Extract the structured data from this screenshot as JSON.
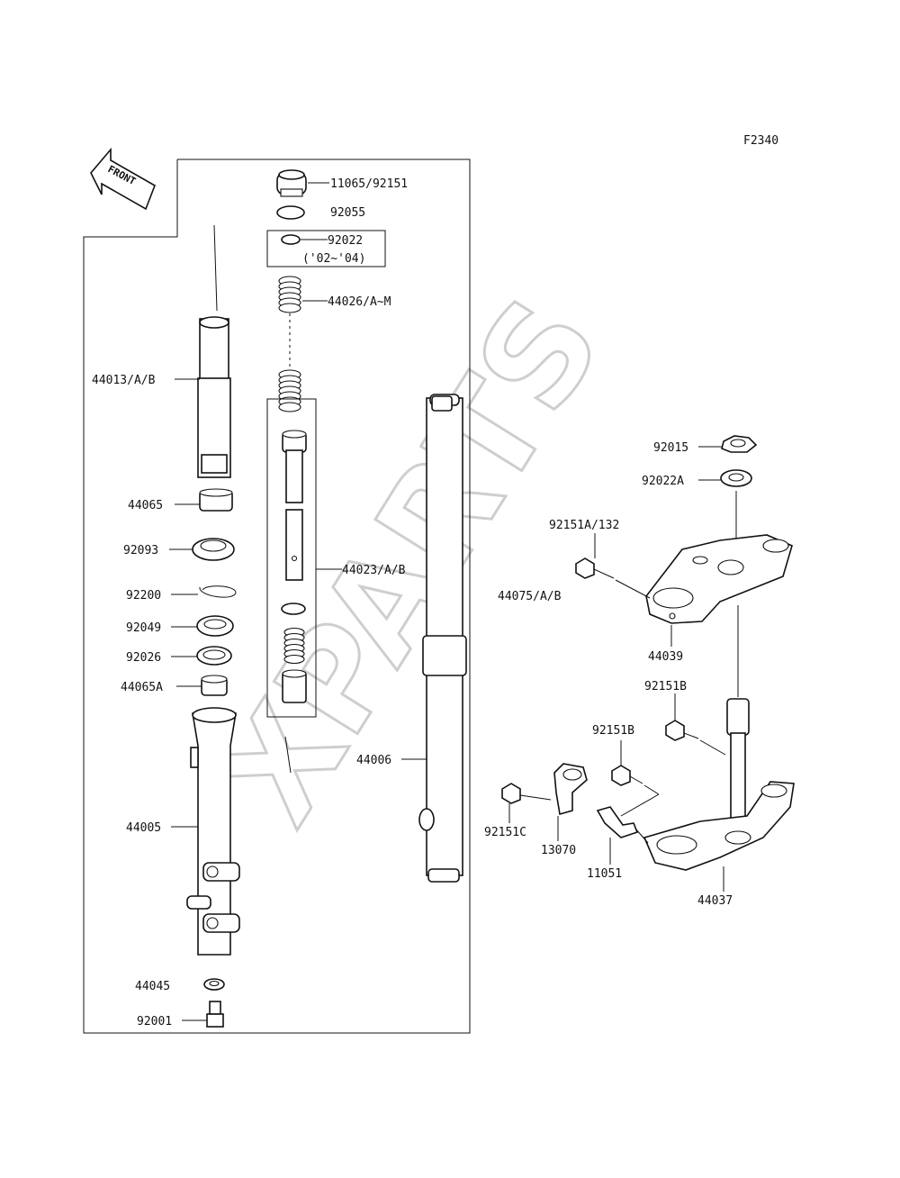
{
  "figure_code": "F2340",
  "front_arrow_label": "FRONT",
  "watermark": "XPARTS",
  "labels": {
    "p11065": "11065/92151",
    "p92055": "92055",
    "p92022": "92022",
    "p92022_note": "('02~'04)",
    "p44026": "44026/A~M",
    "p44013": "44013/A/B",
    "p44065": "44065",
    "p92093": "92093",
    "p92200": "92200",
    "p92049": "92049",
    "p92026": "92026",
    "p44065A": "44065A",
    "p44023": "44023/A/B",
    "p44006": "44006",
    "p44005": "44005",
    "p44045": "44045",
    "p92001": "92001",
    "p92015": "92015",
    "p92022A": "92022A",
    "p92151A": "92151A/132",
    "p44075": "44075/A/B",
    "p44039": "44039",
    "p92151B_1": "92151B",
    "p92151B_2": "92151B",
    "p92151C": "92151C",
    "p13070": "13070",
    "p11051": "11051",
    "p44037": "44037"
  }
}
